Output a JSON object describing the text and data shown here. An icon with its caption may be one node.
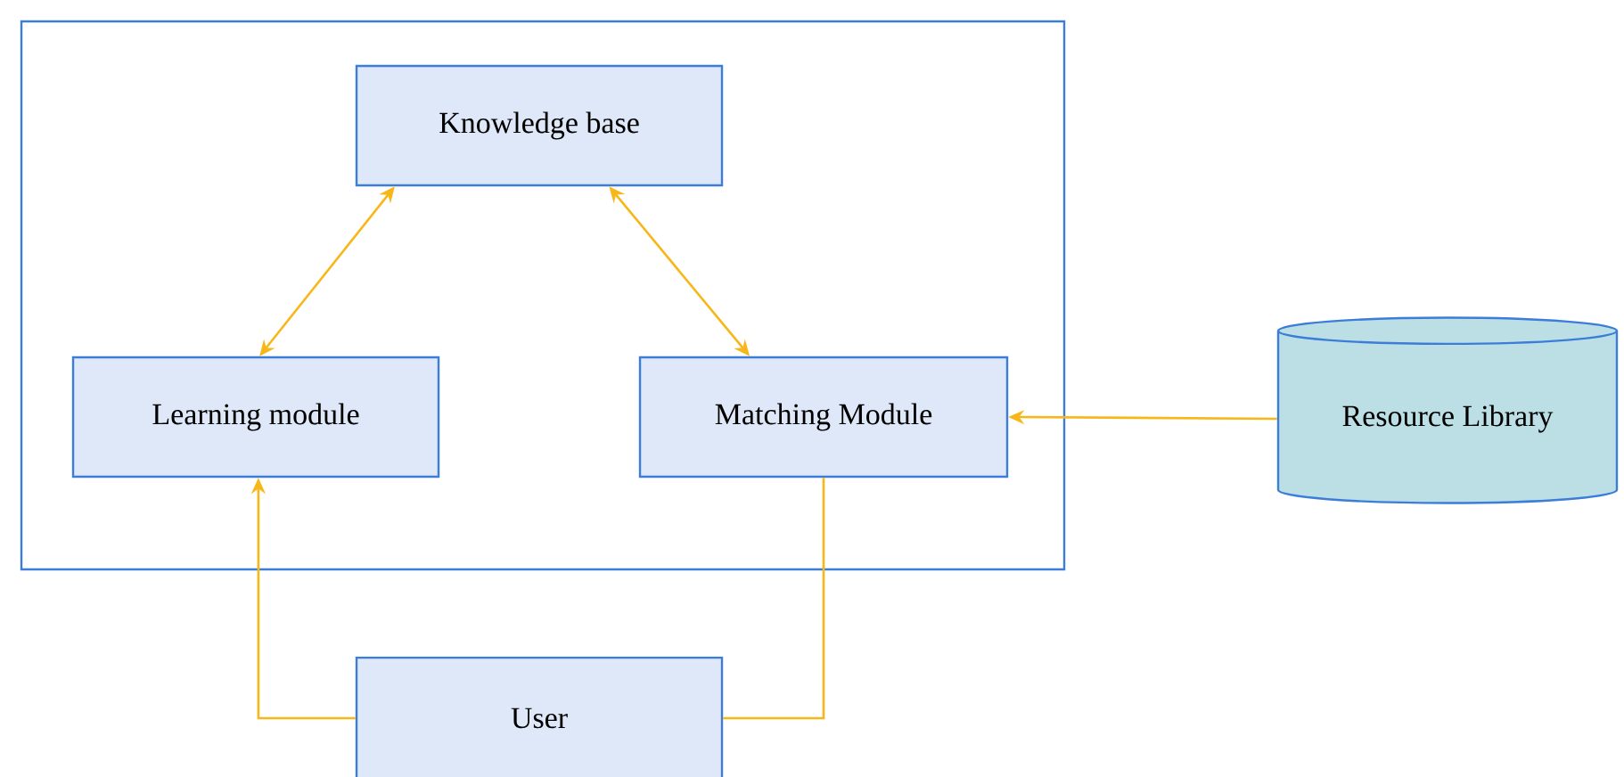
{
  "diagram": {
    "nodes": [
      {
        "text": [],
        "shape": "box"
      },
      {
        "text": [
          "Knowledge base"
        ],
        "in": 0
      },
      {
        "text": [
          "Learning module"
        ],
        "in": 0
      },
      {
        "text": [
          "Matching Module"
        ],
        "in": 0
      },
      {
        "text": [
          "User"
        ]
      },
      {
        "text": [
          "Resource Library"
        ]
      }
    ],
    "edges": [
      {
        "from": 1,
        "to": 2,
        "arrow": "both"
      },
      {
        "from": 1,
        "to": 3,
        "arrow": "both"
      },
      {
        "from": 5,
        "to": 3,
        "arrow": "to"
      },
      {
        "from": 4,
        "to": 2,
        "arrow": "to"
      },
      {
        "from": 3,
        "to": 4,
        "arrow": "none"
      }
    ]
  }
}
